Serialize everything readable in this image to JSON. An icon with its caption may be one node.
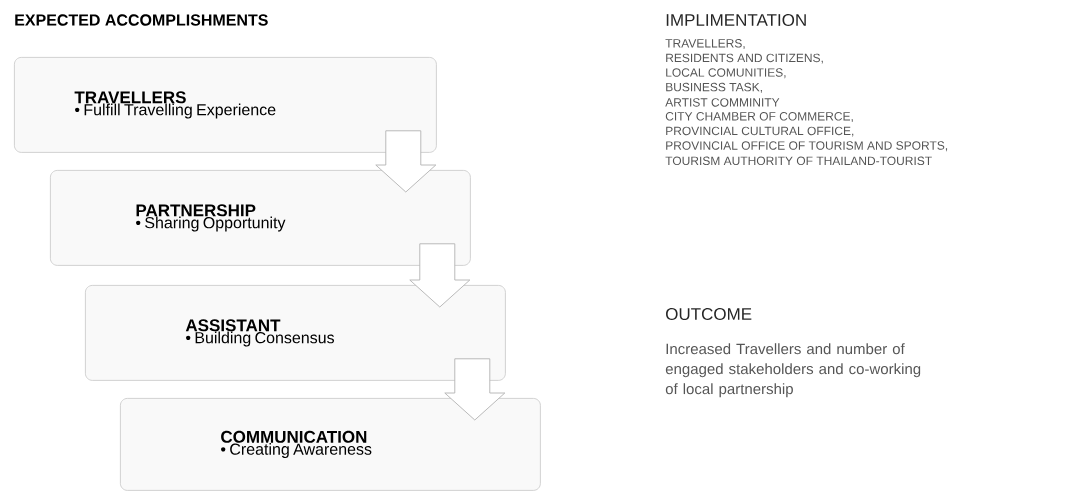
{
  "diagram": {
    "title": "EXPECTED ACCOMPLISHMENTS",
    "nodes": [
      {
        "text": [
          "TRAVELLERS",
          "• Fulfill Travelling Experience"
        ]
      },
      {
        "text": [
          "PARTNERSHIP",
          "• Sharing Opportunity"
        ]
      },
      {
        "text": [
          "ASSISTANT",
          "• Building Consensus"
        ]
      },
      {
        "text": [
          "COMMUNICATION",
          "• Creating Awareness"
        ]
      }
    ],
    "edges": [
      {
        "from": 0,
        "to": 1,
        "arrow": "to"
      },
      {
        "from": 1,
        "to": 2,
        "arrow": "to"
      },
      {
        "from": 2,
        "to": 3,
        "arrow": "to"
      }
    ],
    "labels": [
      "IMPLIMENTATION",
      "TRAVELLERS,",
      "RESIDENTS AND CITIZENS,",
      "LOCAL COMUNITIES,",
      "BUSINESS TASK,",
      "ARTIST COMMINITY",
      "CITY CHAMBER OF COMMERCE,",
      "PROVINCIAL CULTURAL OFFICE,",
      "PROVINCIAL OFFICE OF TOURISM AND SPORTS,",
      "TOURISM AUTHORITY OF THAILAND-TOURIST",
      "OUTCOME",
      "Increased Travellers and number of engaged stakeholders and co-working of local partnership"
    ]
  }
}
